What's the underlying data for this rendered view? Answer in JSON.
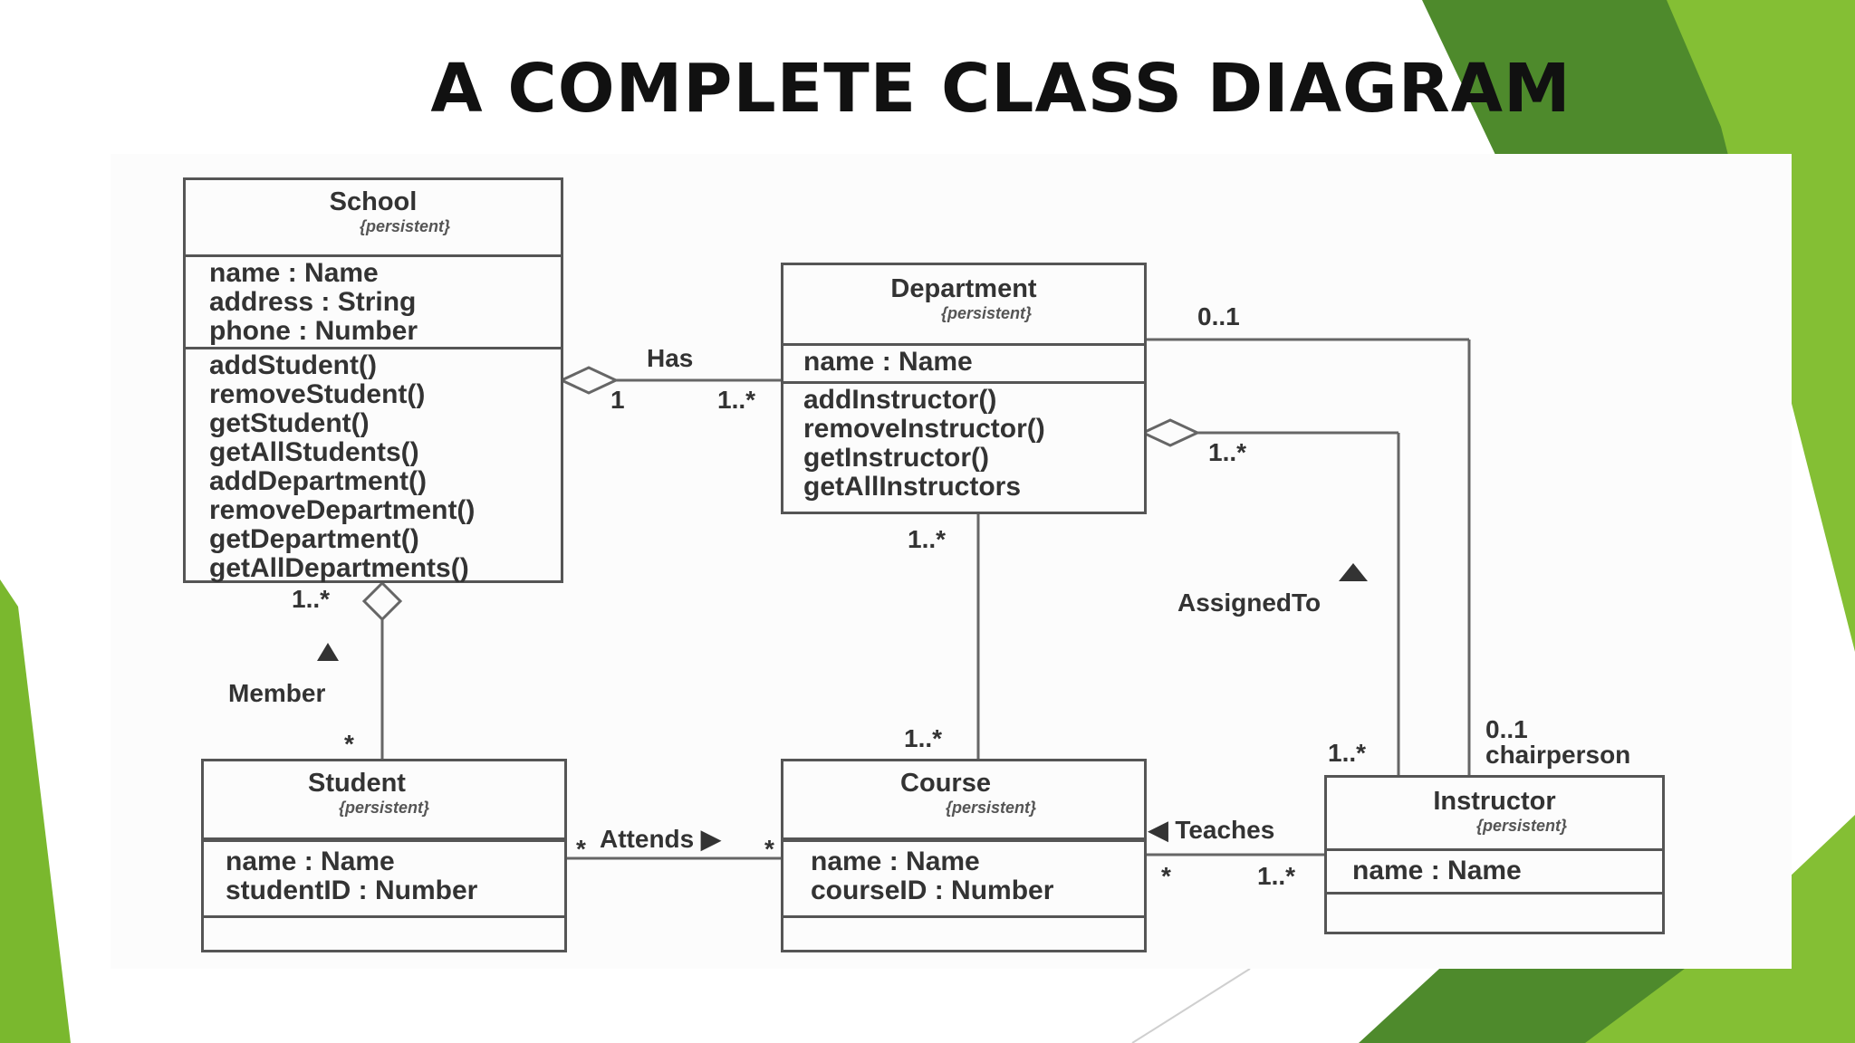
{
  "slide": {
    "title": "A COMPLETE CLASS DIAGRAM",
    "colors": {
      "accent_green": "#7ab82e",
      "dark_green": "#4e8a2c"
    }
  },
  "diagram": {
    "classes": {
      "school": {
        "name": "School",
        "stereotype": "{persistent}",
        "attributes": [
          "name : Name",
          "address : String",
          "phone : Number"
        ],
        "operations": [
          "addStudent()",
          "removeStudent()",
          "getStudent()",
          "getAllStudents()",
          "addDepartment()",
          "removeDepartment()",
          "getDepartment()",
          "getAllDepartments()"
        ]
      },
      "department": {
        "name": "Department",
        "stereotype": "{persistent}",
        "attributes": [
          "name : Name"
        ],
        "operations": [
          "addInstructor()",
          "removeInstructor()",
          "getInstructor()",
          "getAllInstructors"
        ]
      },
      "student": {
        "name": "Student",
        "stereotype": "{persistent}",
        "attributes": [
          "name : Name",
          "studentID : Number"
        ]
      },
      "course": {
        "name": "Course",
        "stereotype": "{persistent}",
        "attributes": [
          "name : Name",
          "courseID : Number"
        ]
      },
      "instructor": {
        "name": "Instructor",
        "stereotype": "{persistent}",
        "attributes": [
          "name : Name"
        ]
      }
    },
    "associations": {
      "has": {
        "label": "Has",
        "school_end": "1",
        "department_end": "1..*"
      },
      "member": {
        "label": "Member",
        "arrow": "▲",
        "school_end": "1..*",
        "student_end": "*"
      },
      "attends": {
        "label": "Attends ▶",
        "student_end": "*",
        "course_end": "*"
      },
      "dept_course": {
        "department_end": "1..*",
        "course_end": "1..*"
      },
      "assigned_to": {
        "label": "AssignedTo",
        "arrow": "▲",
        "department_end": "1..*",
        "instructor_end": "1..*"
      },
      "chairperson": {
        "department_end": "0..1",
        "instructor_end": "0..1",
        "role": "chairperson"
      },
      "teaches": {
        "label": "◀ Teaches",
        "course_end": "*",
        "instructor_end": "1..*"
      }
    }
  }
}
